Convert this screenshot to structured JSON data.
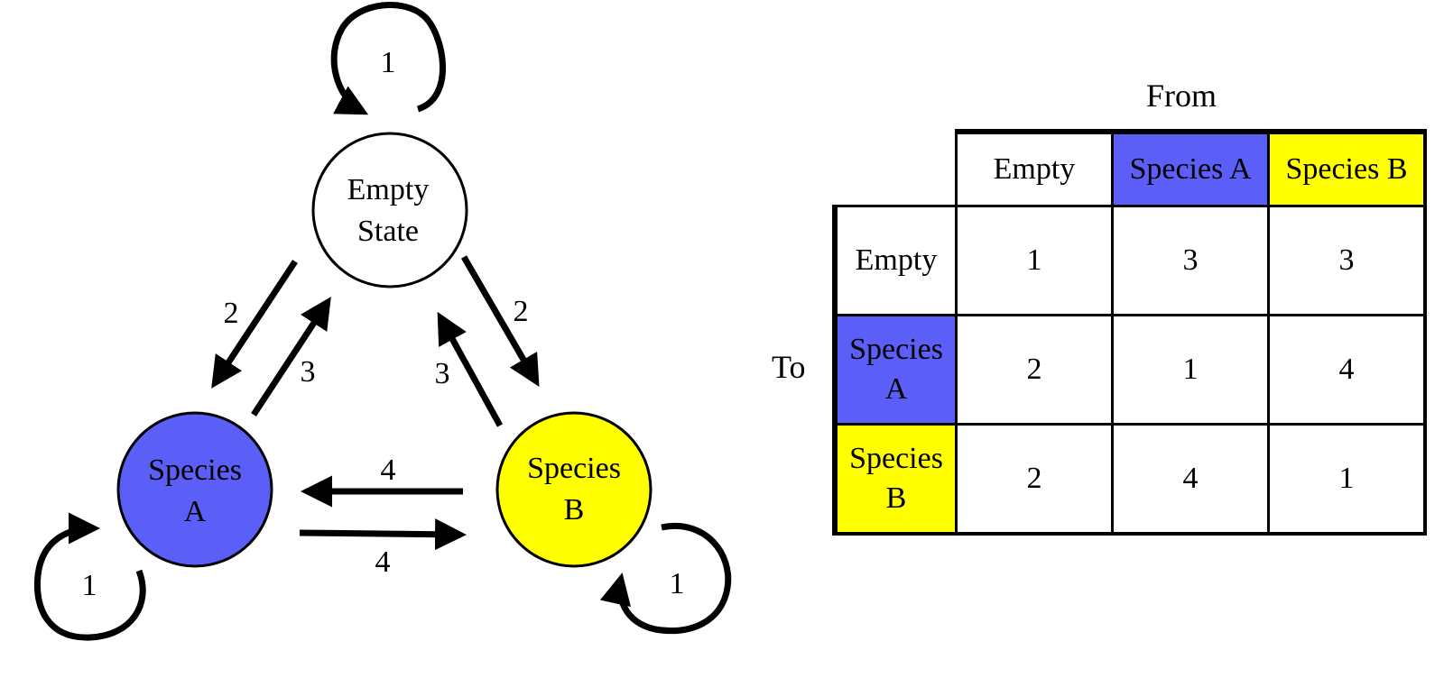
{
  "colors": {
    "empty": "#ffffff",
    "species_a": "#5b5ff7",
    "species_b": "#ffff00",
    "stroke": "#000000"
  },
  "diagram": {
    "nodes": [
      {
        "id": "empty",
        "lines": [
          "Empty",
          "State"
        ],
        "color": "#ffffff"
      },
      {
        "id": "species_a",
        "lines": [
          "Species",
          "A"
        ],
        "color": "#5b5ff7"
      },
      {
        "id": "species_b",
        "lines": [
          "Species",
          "B"
        ],
        "color": "#ffff00"
      }
    ],
    "edges": [
      {
        "from": "empty",
        "to": "empty",
        "weight": "1"
      },
      {
        "from": "empty",
        "to": "species_a",
        "weight": "2"
      },
      {
        "from": "species_a",
        "to": "empty",
        "weight": "3"
      },
      {
        "from": "species_b",
        "to": "empty",
        "weight": "3"
      },
      {
        "from": "empty",
        "to": "species_b",
        "weight": "2"
      },
      {
        "from": "species_b",
        "to": "species_a",
        "weight": "4"
      },
      {
        "from": "species_a",
        "to": "species_b",
        "weight": "4"
      },
      {
        "from": "species_a",
        "to": "species_a",
        "weight": "1"
      },
      {
        "from": "species_b",
        "to": "species_b",
        "weight": "1"
      }
    ]
  },
  "matrix": {
    "from_label": "From",
    "to_label": "To",
    "columns": [
      {
        "label": "Empty",
        "color": "#ffffff"
      },
      {
        "label": "Species A",
        "color": "#5b5ff7"
      },
      {
        "label": "Species B",
        "color": "#ffff00"
      }
    ],
    "rows": [
      {
        "label": "Empty",
        "color": "#ffffff",
        "values": [
          "1",
          "3",
          "3"
        ]
      },
      {
        "label": "Species A",
        "color": "#5b5ff7",
        "values": [
          "2",
          "1",
          "4"
        ]
      },
      {
        "label": "Species B",
        "color": "#ffff00",
        "values": [
          "2",
          "4",
          "1"
        ]
      }
    ]
  }
}
